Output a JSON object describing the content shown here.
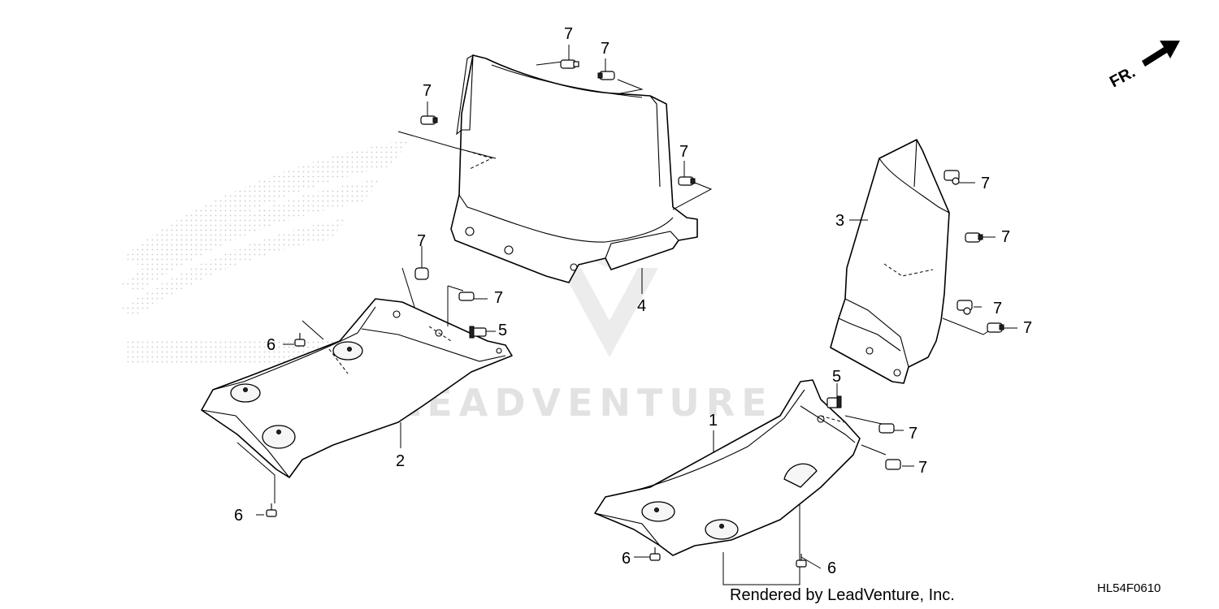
{
  "watermark": {
    "text": "LEADVENTURE"
  },
  "direction": {
    "label": "FR."
  },
  "footer": {
    "credit": "Rendered by LeadVenture, Inc.",
    "diagram_code": "HL54F0610"
  },
  "callouts": {
    "part_1": "1",
    "part_2": "2",
    "part_3": "3",
    "part_4": "4",
    "clip_5_left": "5",
    "clip_5_right": "5",
    "bolt_6_left_top": "6",
    "bolt_6_left_bottom": "6",
    "bolt_6_right_left": "6",
    "bolt_6_right_right": "6",
    "clip_7_a": "7",
    "clip_7_b": "7",
    "clip_7_c": "7",
    "clip_7_d": "7",
    "clip_7_e": "7",
    "clip_7_f": "7",
    "clip_7_g": "7",
    "clip_7_h": "7",
    "clip_7_i": "7",
    "clip_7_j": "7",
    "clip_7_k": "7",
    "clip_7_l": "7"
  }
}
